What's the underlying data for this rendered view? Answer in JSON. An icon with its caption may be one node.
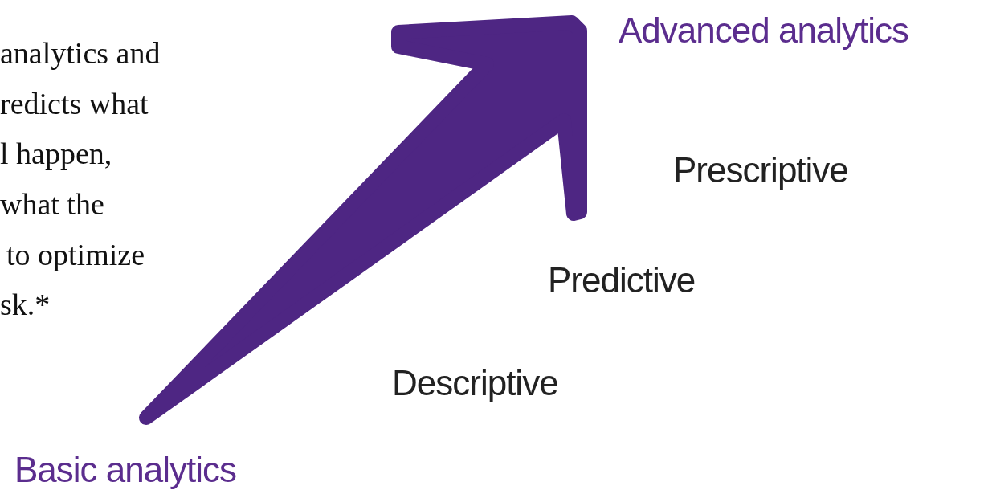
{
  "diagram": {
    "labels": [
      "analytics and",
      "redicts what",
      "l happen,",
      "what the",
      "to optimize",
      "sk.*",
      "Advanced analytics",
      "Prescriptive",
      "Predictive",
      "Descriptive",
      "Basic analytics"
    ]
  }
}
